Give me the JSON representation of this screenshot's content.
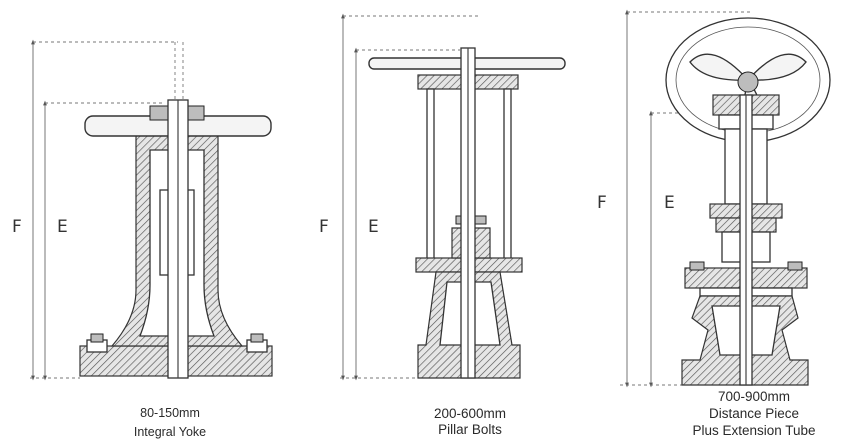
{
  "valves": [
    {
      "dimension_labels": {
        "outer": "F",
        "inner": "E"
      },
      "caption": [
        "80-150mm",
        "Integral Yoke"
      ]
    },
    {
      "dimension_labels": {
        "outer": "F",
        "inner": "E"
      },
      "caption": [
        "200-600mm",
        "Pillar Bolts"
      ]
    },
    {
      "dimension_labels": {
        "outer": "F",
        "inner": "E"
      },
      "caption": [
        "700-900mm",
        "Distance Piece",
        "Plus Extension Tube"
      ]
    }
  ]
}
